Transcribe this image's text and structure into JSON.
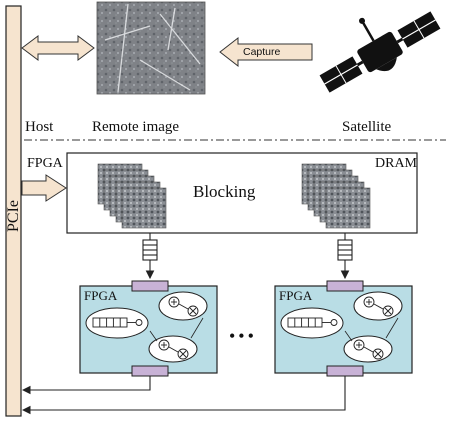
{
  "diagram": {
    "bus_label": "PCIe",
    "host_label": "Host",
    "remote_image_label": "Remote image",
    "satellite_label": "Satellite",
    "capture_label": "Capture",
    "fpga_top_label": "FPGA",
    "dram_label": "DRAM",
    "blocking_label": "Blocking",
    "fpga_unit_label_1": "FPGA",
    "fpga_unit_label_2": "FPGA",
    "ellipsis": "•••"
  },
  "colors": {
    "pcie_fill": "#f6e4cf",
    "arrow_fill": "#f6e4cf",
    "unit_fill": "#b9dde5",
    "port_fill": "#c8b2d6",
    "line": "#222222"
  }
}
